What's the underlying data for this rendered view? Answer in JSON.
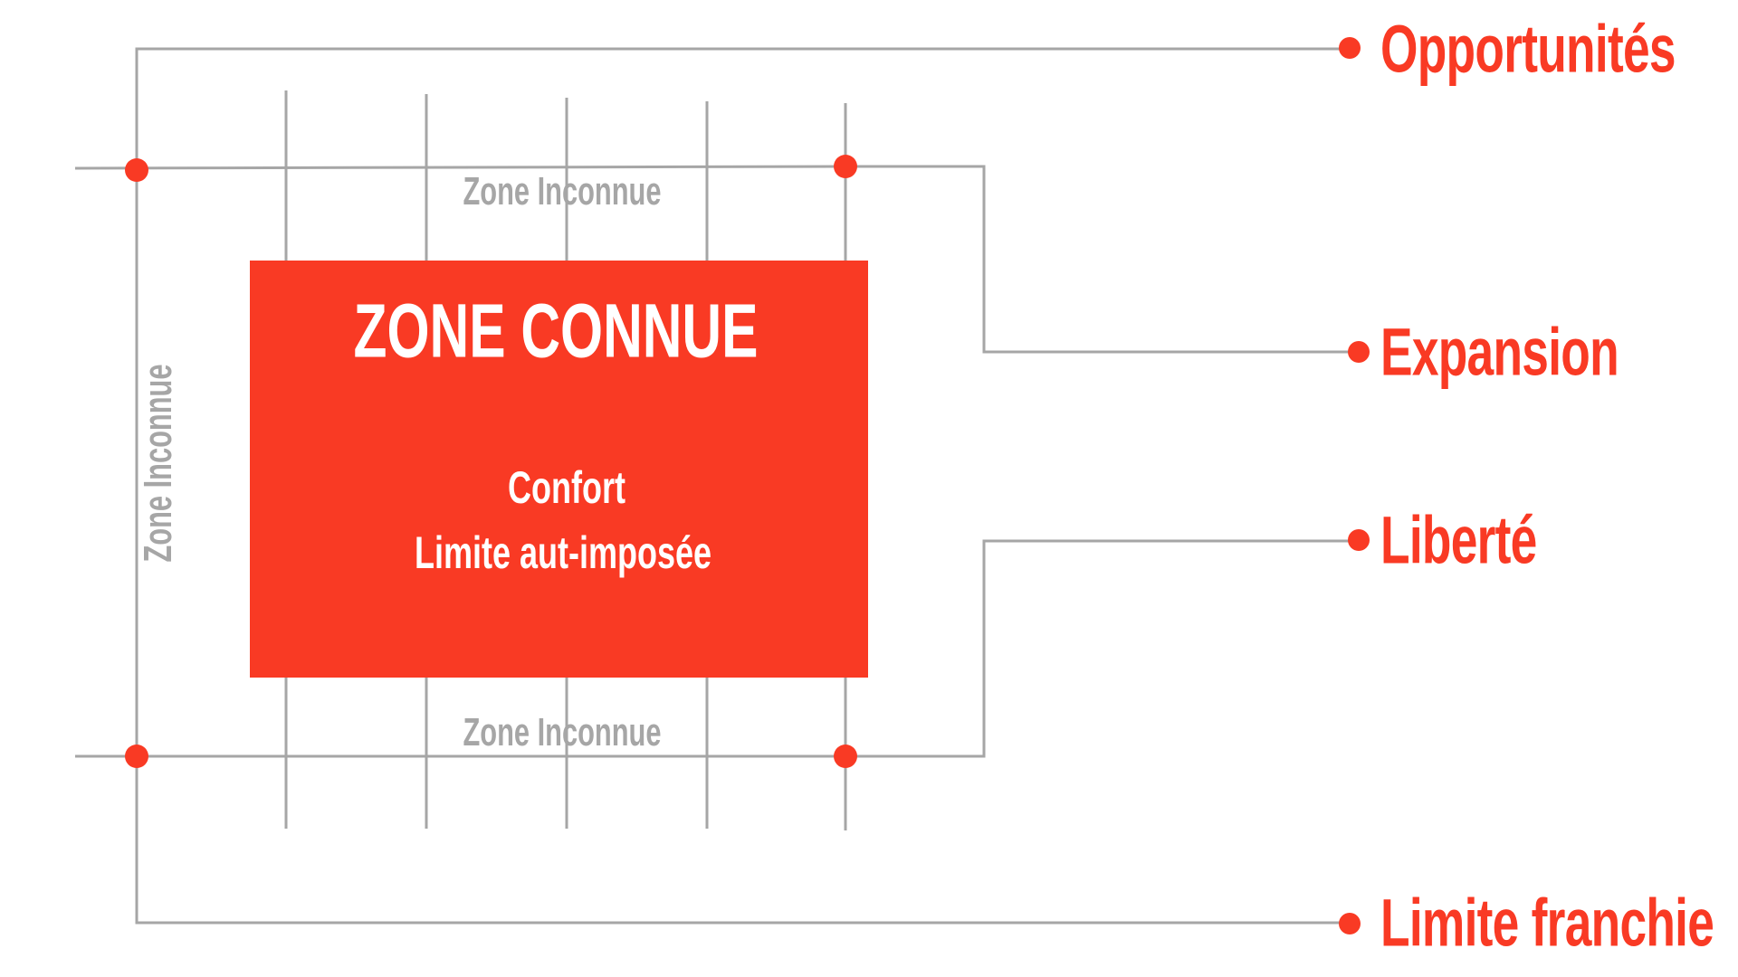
{
  "colors": {
    "accent": "#F93A24",
    "line": "#A6A6A6",
    "text_gray": "#A6A6A6"
  },
  "box": {
    "title": "ZONE CONNUE",
    "line1": "Confort",
    "line2": "Limite aut-imposée"
  },
  "unknown_zone": {
    "top": "Zone Inconnue",
    "bottom": "Zone Inconnue",
    "left": "Zone Inconnue"
  },
  "outcomes": [
    "Opportunités",
    "Expansion",
    "Liberté",
    "Limite franchie"
  ]
}
